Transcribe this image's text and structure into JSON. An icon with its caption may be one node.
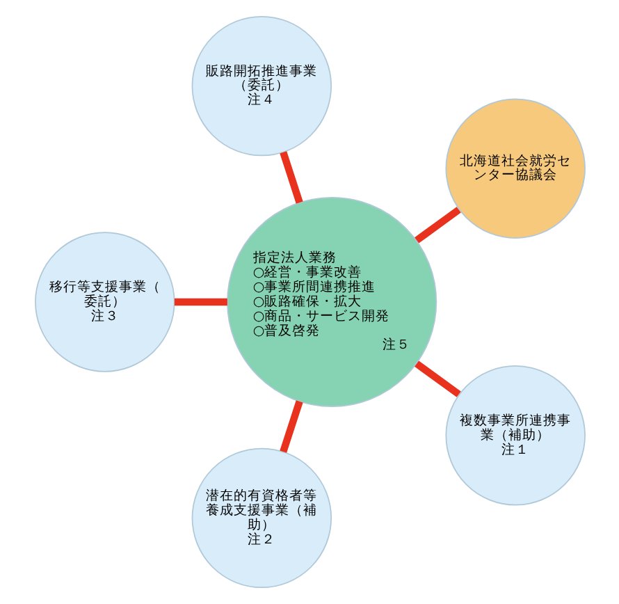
{
  "diagram": {
    "nodes": [
      {
        "text": [
          "北海道社会就労センター協議会"
        ]
      },
      {
        "text": [
          "複数事業所連携事業（補助）",
          "注１"
        ]
      },
      {
        "text": [
          "指定法人業務",
          "○経営・事業改善",
          "○事業所間連携推進",
          "○販路確保・拡大",
          "○商品・サービス開発",
          "○普及啓発",
          "注５"
        ]
      },
      {
        "text": [
          "販路開拓推進事業（委託）",
          "注４"
        ]
      },
      {
        "text": [
          "潜在的有資格者等養成支援事業（補助）",
          "注２"
        ]
      },
      {
        "text": [
          "移行等支援事業（委託）",
          "注３"
        ]
      }
    ],
    "edges": [
      {
        "from": 2,
        "to": 0,
        "arrow": "none"
      },
      {
        "from": 2,
        "to": 1,
        "arrow": "none"
      },
      {
        "from": 2,
        "to": 3,
        "arrow": "none"
      },
      {
        "from": 2,
        "to": 4,
        "arrow": "none"
      },
      {
        "from": 2,
        "to": 5,
        "arrow": "none"
      }
    ]
  }
}
